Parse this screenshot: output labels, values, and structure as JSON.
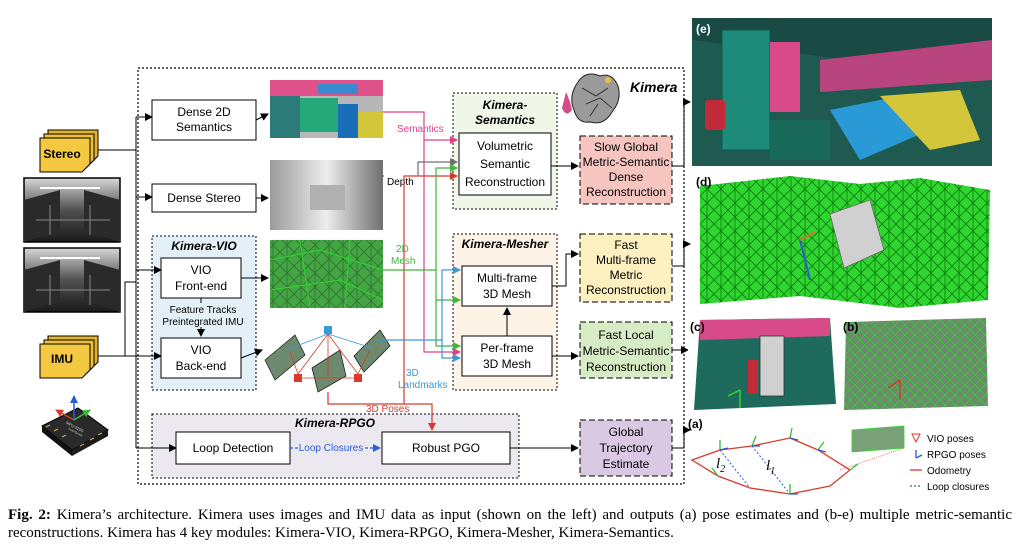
{
  "inputs": {
    "stereo": "Stereo",
    "imu": "IMU"
  },
  "system": {
    "name": "Kimera"
  },
  "boxes": {
    "dense_2d": [
      "Dense 2D",
      "Semantics"
    ],
    "dense_stereo": "Dense Stereo",
    "vio_frontend": [
      "VIO",
      "Front-end"
    ],
    "vio_backend": [
      "VIO",
      "Back-end"
    ],
    "feature_tracks": [
      "Feature Tracks",
      "Preintegrated IMU"
    ],
    "loop_detection": "Loop Detection",
    "robust_pgo": "Robust PGO",
    "volumetric": [
      "Volumetric",
      "Semantic",
      "Reconstruction"
    ],
    "multi_frame": [
      "Multi-frame",
      "3D Mesh"
    ],
    "per_frame": [
      "Per-frame",
      "3D Mesh"
    ]
  },
  "modules": {
    "vio": "Kimera-VIO",
    "semantics": [
      "Kimera-",
      "Semantics"
    ],
    "mesher": "Kimera-Mesher",
    "rpgo": "Kimera-RPGO"
  },
  "outputs": {
    "slow_global": [
      "Slow Global",
      "Metric-Semantic",
      "Dense",
      "Reconstruction"
    ],
    "fast_multi": [
      "Fast",
      "Multi-frame",
      "Metric",
      "Reconstruction"
    ],
    "fast_local": [
      "Fast Local",
      "Metric-Semantic",
      "Reconstruction"
    ],
    "global_traj": [
      "Global",
      "Trajectory",
      "Estimate"
    ]
  },
  "edge_labels": {
    "semantics": "Semantics",
    "depth": "Depth",
    "mesh_2d": [
      "2D",
      "Mesh"
    ],
    "landmarks_3d": [
      "3D",
      "Landmarks"
    ],
    "poses_3d": "3D Poses",
    "loop_closures": "Loop Closures"
  },
  "panel_labels": {
    "e": "(e)",
    "d": "(d)",
    "c": "(c)",
    "b": "(b)",
    "a": "(a)"
  },
  "trajectory_labels": {
    "l2": "l",
    "l2_sub": "2",
    "l1": "l",
    "l1_sub": "1"
  },
  "legend": [
    "VIO poses",
    "RPGO poses",
    "Odometry",
    "Loop closures"
  ],
  "imu_chip_text": [
    "MPU-9250",
    "InvenSense",
    "9-AXIS MOTION TRACKING",
    "DEVICE"
  ],
  "caption": {
    "label": "Fig. 2:",
    "text": " Kimera’s architecture. Kimera uses images and IMU data as input (shown on the left) and outputs (a) pose estimates and (b-e) multiple metric-semantic reconstructions. Kimera has 4 key modules: Kimera-VIO, Kimera-RPGO, Kimera-Mesher, Kimera-Semantics."
  },
  "colors": {
    "semantics_edge": "#e0408a",
    "depth_edge": "#707070",
    "mesh_edge": "#3cb83c",
    "landmarks_edge": "#3a9ad6",
    "poses_edge": "#d73a2a",
    "loop_edge": "#2a5ad7",
    "slow_global_fill": "#f6c5c0",
    "fast_multi_fill": "#fdf0c0",
    "fast_local_fill": "#d6ecc4",
    "global_traj_fill": "#d9c9e2",
    "vio_module_fill": "#e4f0f8",
    "semantics_module_fill": "#f1f7e8",
    "mesher_module_fill": "#fdf3e6",
    "rpgo_module_fill": "#ece8f0",
    "input_tag_fill": "#f5c842"
  }
}
